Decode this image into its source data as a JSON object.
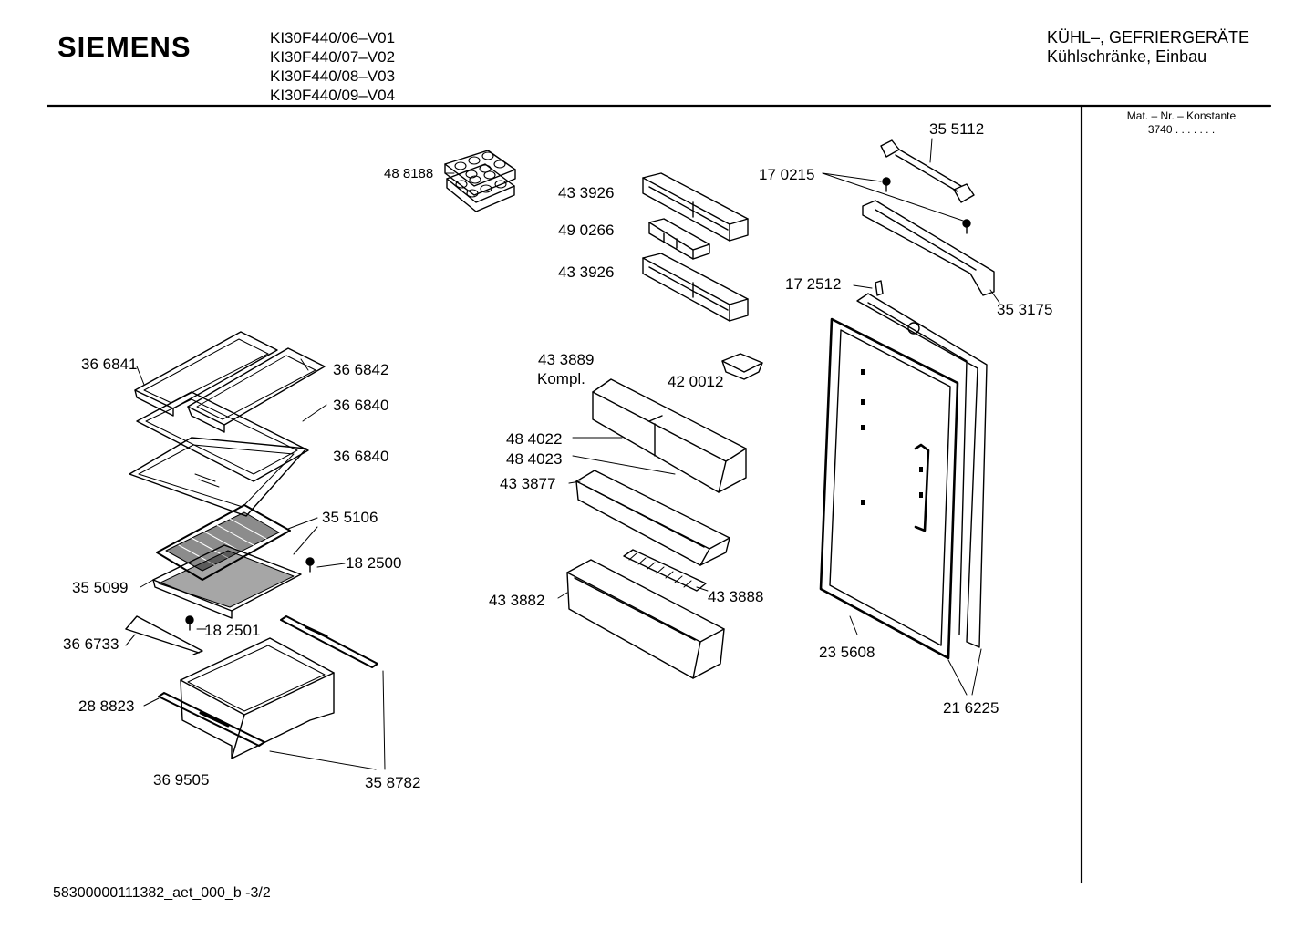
{
  "header": {
    "brand": "SIEMENS",
    "models": [
      "KI30F440/06–V01",
      "KI30F440/07–V02",
      "KI30F440/08–V03",
      "KI30F440/09–V04"
    ],
    "category_line1": "KÜHL–, GEFRIERGERÄTE",
    "category_line2": "Kühlschränke, Einbau"
  },
  "side_panel": {
    "heading": "Mat. – Nr. – Konstante",
    "value": "3740  .  .  .  .  .  .  ."
  },
  "footer": {
    "document_id": "58300000111382_aet_000_b   -3/2"
  },
  "part_labels": [
    {
      "id": "p488188",
      "text": "48 8188"
    },
    {
      "id": "p433926a",
      "text": "43 3926"
    },
    {
      "id": "p490266",
      "text": "49 0266"
    },
    {
      "id": "p433926b",
      "text": "43 3926"
    },
    {
      "id": "p355112",
      "text": "35 5112"
    },
    {
      "id": "p170215",
      "text": "17 0215"
    },
    {
      "id": "p172512",
      "text": "17 2512"
    },
    {
      "id": "p353175",
      "text": "35 3175"
    },
    {
      "id": "p366841",
      "text": "36 6841"
    },
    {
      "id": "p366842",
      "text": "36 6842"
    },
    {
      "id": "p366840a",
      "text": "36 6840"
    },
    {
      "id": "p366840b",
      "text": "36 6840"
    },
    {
      "id": "p433889",
      "text": "43 3889"
    },
    {
      "id": "kompl",
      "text": "Kompl."
    },
    {
      "id": "p420012",
      "text": "42 0012"
    },
    {
      "id": "p484022",
      "text": "48 4022"
    },
    {
      "id": "p484023",
      "text": "48 4023"
    },
    {
      "id": "p433877",
      "text": "43 3877"
    },
    {
      "id": "p355106",
      "text": "35 5106"
    },
    {
      "id": "p182500",
      "text": "18 2500"
    },
    {
      "id": "p355099",
      "text": "35 5099"
    },
    {
      "id": "p182501",
      "text": "18 2501"
    },
    {
      "id": "p366733",
      "text": "36 6733"
    },
    {
      "id": "p433882",
      "text": "43 3882"
    },
    {
      "id": "p433888",
      "text": "43 3888"
    },
    {
      "id": "p235608",
      "text": "23 5608"
    },
    {
      "id": "p288823",
      "text": "28 8823"
    },
    {
      "id": "p216225",
      "text": "21 6225"
    },
    {
      "id": "p369505",
      "text": "36 9505"
    },
    {
      "id": "p358782",
      "text": "35 8782"
    }
  ]
}
